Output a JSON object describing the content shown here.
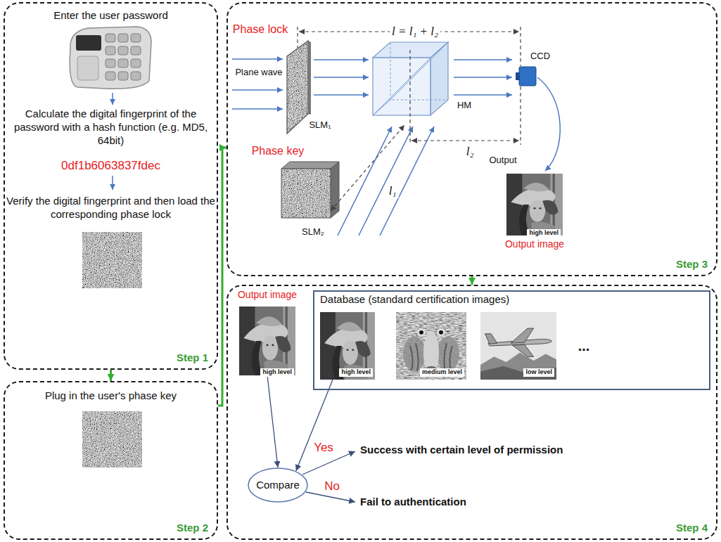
{
  "diagram": {
    "nodes": [
      {
        "text": [
          "Enter the user password",
          "Calculate the digital fingerprint of the password with a hash function (e.g. MD5, 64bit)",
          "0df1b6063837fdec",
          "Verify the digital fingerprint and then load the corresponding phase lock",
          "Step 1"
        ]
      },
      {
        "text": [
          "Plug in the user's phase key",
          "Step 2"
        ]
      },
      {
        "text": [
          "Step 3"
        ]
      },
      {
        "text": [
          "Output image",
          "high level"
        ],
        "in": 2
      },
      {
        "text": [
          "Step 4"
        ]
      },
      {
        "text": [
          "Output image",
          "high level"
        ],
        "in": 4
      },
      {
        "text": [
          "Database (standard certification images)"
        ],
        "in": 4
      },
      {
        "text": [
          "high level"
        ],
        "in": 6
      },
      {
        "text": [
          "medium level"
        ],
        "in": 6
      },
      {
        "text": [
          "low level"
        ],
        "in": 6
      },
      {
        "text": [
          "Compare"
        ],
        "in": 4
      }
    ],
    "edges": [
      {
        "from": 0,
        "to": 1,
        "arrow": "to"
      },
      {
        "from": 1,
        "to": 2,
        "arrow": "to"
      },
      {
        "from": 2,
        "to": 4,
        "arrow": "to"
      },
      {
        "from": 5,
        "to": 10,
        "arrow": "to"
      },
      {
        "from": 7,
        "to": 10,
        "arrow": "to"
      }
    ],
    "labels": [
      "Phase lock",
      "l = l₁ + l₂",
      "Plane wave",
      "SLM₁",
      "HM",
      "CCD",
      "l₂",
      "l₁",
      "Phase key",
      "SLM₂",
      "Output",
      "...",
      "Yes",
      "Success with certain level of permission",
      "No",
      "Fail to authentication"
    ]
  }
}
